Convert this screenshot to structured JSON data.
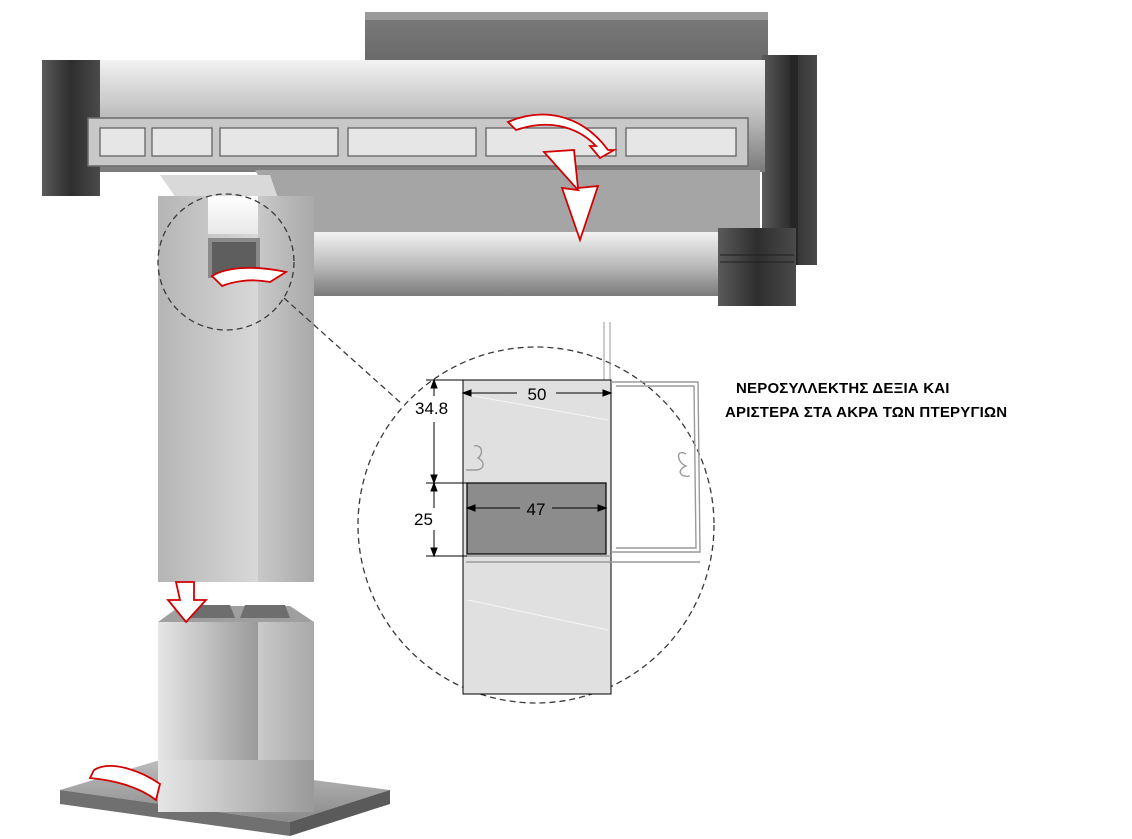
{
  "callout": {
    "line1": "ΝΕΡΟΣΥΛΛΕΚΤΗΣ ΔΕΞΙΑ ΚΑΙ",
    "line2": "ΑΡΙΣΤΕΡΑ ΣΤΑ ΑΚΡΑ ΤΩΝ ΠΤΕΡΥΓΙΩΝ"
  },
  "dimensions": {
    "outer_width": "50",
    "channel_width": "47",
    "top_height": "34.8",
    "channel_height": "25"
  },
  "colors": {
    "flow_arrow_outline": "#d40000",
    "channel_fill": "#8c8c8c",
    "post_fill": "#e0e0e0",
    "frame_dark": "#3a3a3a"
  }
}
